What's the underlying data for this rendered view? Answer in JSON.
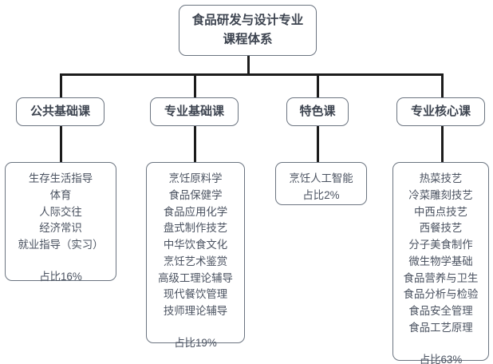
{
  "diagram": {
    "root": {
      "label": "食品研发与设计专业\n课程体系"
    },
    "categories": [
      {
        "label": "公共基础课",
        "courses": [
          "生存生活指导",
          "体育",
          "人际交往",
          "经济常识",
          "就业指导（实习）"
        ],
        "share": "占比16%",
        "share_spaced": true
      },
      {
        "label": "专业基础课",
        "courses": [
          "烹饪原料学",
          "食品保健学",
          "食品应用化学",
          "盘式制作技艺",
          "中华饮食文化",
          "烹饪艺术鉴赏",
          "高级工理论辅导",
          "现代餐饮管理",
          "技师理论辅导"
        ],
        "share": "占比19%",
        "share_spaced": true
      },
      {
        "label": "特色课",
        "courses": [
          "烹饪人工智能"
        ],
        "share": "占比2%",
        "share_spaced": false
      },
      {
        "label": "专业核心课",
        "courses": [
          "热菜技艺",
          "冷菜雕刻技艺",
          "中西点技艺",
          "西餐技艺",
          "分子美食制作",
          "微生物学基础",
          "食品营养与卫生",
          "食品分析与检验",
          "食品安全管理",
          "食品工艺原理"
        ],
        "share": "占比63%",
        "share_spaced": true
      }
    ],
    "colors": {
      "border": "#6b7480",
      "text": "#4a5260",
      "connector": "#1c1c1c",
      "background": "#ffffff"
    }
  }
}
